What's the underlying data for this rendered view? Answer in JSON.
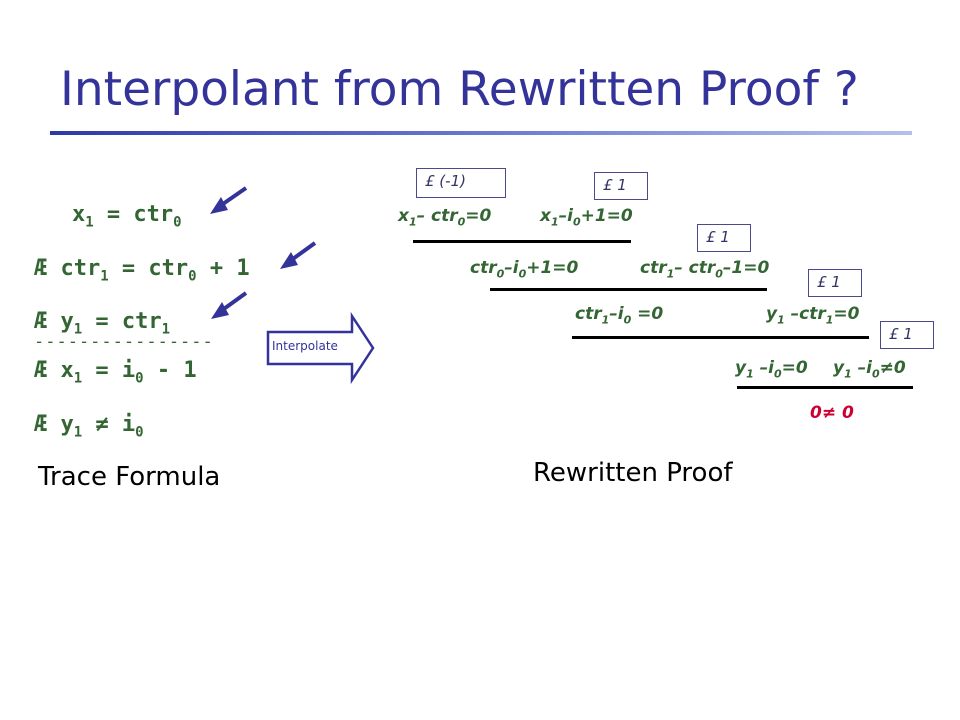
{
  "title": "Interpolant from Rewritten Proof ?",
  "trace": {
    "lines": [
      {
        "prefix": "",
        "parts": [
          "x",
          "1",
          " = ctr",
          "0",
          ""
        ]
      },
      {
        "prefix": "Æ ",
        "parts": [
          "ctr",
          "1",
          " = ctr",
          "0",
          " + 1"
        ]
      },
      {
        "prefix": "Æ ",
        "parts": [
          "y",
          "1",
          " = ctr",
          "1",
          ""
        ]
      },
      {
        "prefix": "Æ ",
        "parts": [
          "x",
          "1",
          " = i",
          "0",
          " - 1"
        ]
      },
      {
        "prefix": "Æ ",
        "parts": [
          "y",
          "1",
          " ≠ i",
          "0",
          ""
        ]
      }
    ],
    "dashes": "----------------",
    "caption": "Trace Formula"
  },
  "interpolate_label": "Interpolate",
  "proof": {
    "caption": "Rewritten Proof",
    "coefficients": [
      "£ (-1)",
      "£ 1",
      "£ 1",
      "£ 1",
      "£ 1"
    ],
    "row1": {
      "a": [
        "x",
        "1",
        "– ctr",
        "0",
        "=0"
      ],
      "b": [
        "x",
        "1",
        "–i",
        "0",
        "+1=0"
      ]
    },
    "row2": {
      "a": [
        "ctr",
        "0",
        "–i",
        "0",
        "+1=0"
      ],
      "b": [
        "ctr",
        "1",
        "– ctr",
        "0",
        "–1=0"
      ]
    },
    "row3": {
      "a": [
        "ctr",
        "1",
        "–i",
        "0",
        " =0"
      ],
      "b": [
        "y",
        "1",
        " –ctr",
        "1",
        "=0"
      ]
    },
    "row4": {
      "a": [
        "y",
        "1",
        " –i",
        "0",
        "=0"
      ],
      "b": [
        "y",
        "1",
        " –i",
        "0",
        "≠0"
      ]
    },
    "conclusion": "0≠ 0"
  },
  "colors": {
    "title": "#333399",
    "formula": "#336633",
    "contradiction": "#cc0033",
    "arrow": "#333399"
  }
}
